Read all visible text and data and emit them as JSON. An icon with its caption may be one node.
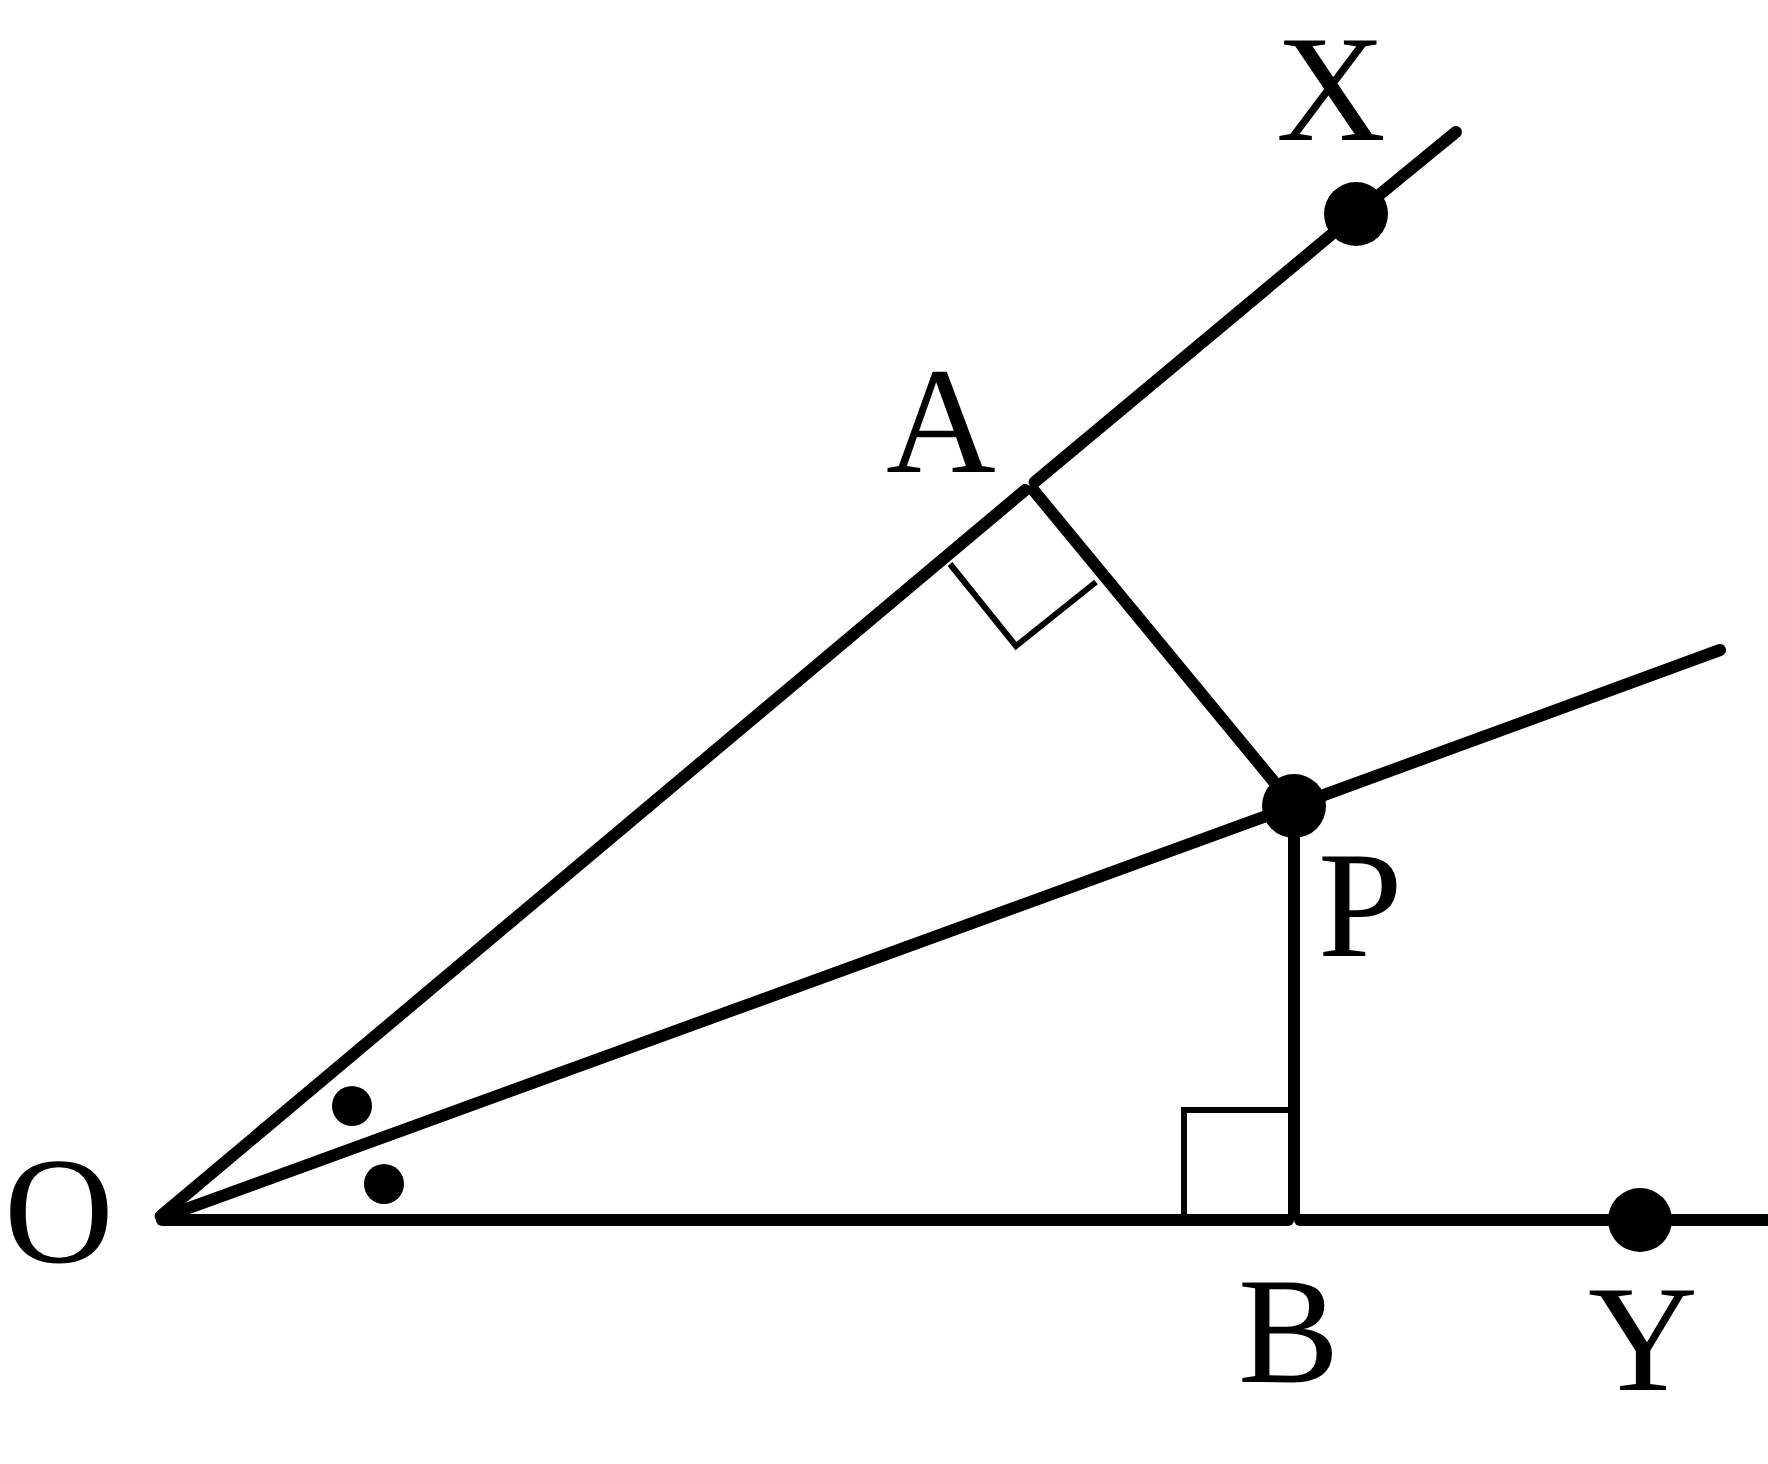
{
  "diagram": {
    "nodes": [
      {
        "text": [
          "O"
        ]
      },
      {
        "text": [
          "A"
        ]
      },
      {
        "text": [
          "X"
        ]
      },
      {
        "text": [
          "P"
        ]
      },
      {
        "text": [
          "B"
        ]
      },
      {
        "text": [
          "Y"
        ]
      }
    ],
    "edges": [
      {
        "from": 0,
        "to": 1,
        "arrow": "none"
      },
      {
        "from": 1,
        "to": 2,
        "arrow": "none"
      },
      {
        "from": 2,
        "to": null,
        "arrow": "none"
      },
      {
        "from": 0,
        "to": 4,
        "arrow": "none"
      },
      {
        "from": 4,
        "to": 5,
        "arrow": "none"
      },
      {
        "from": 5,
        "to": null,
        "arrow": "none"
      },
      {
        "from": 0,
        "to": 3,
        "arrow": "none"
      },
      {
        "from": 3,
        "to": null,
        "arrow": "none"
      },
      {
        "from": 1,
        "to": 3,
        "arrow": "none"
      },
      {
        "from": 3,
        "to": 4,
        "arrow": "none"
      }
    ]
  }
}
